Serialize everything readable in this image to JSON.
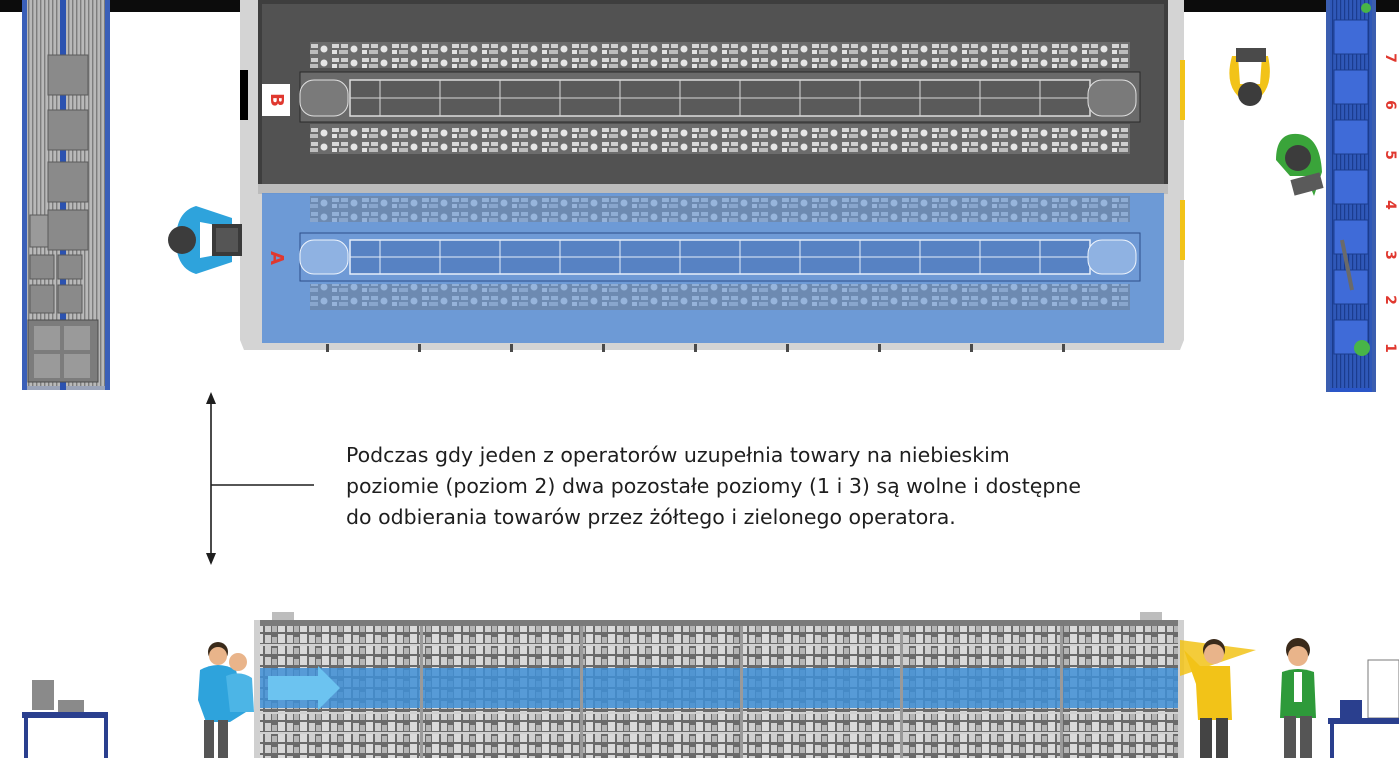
{
  "labels": {
    "module_b": "B",
    "module_a": "A",
    "conveyor_numbers": [
      "7",
      "6",
      "5",
      "4",
      "3",
      "2",
      "1"
    ]
  },
  "caption": {
    "line1": "Podczas gdy jeden z operatorów uzupełnia towary na niebieskim",
    "line2": "poziomie (poziom 2) dwa pozostałe poziomy (1 i 3) są wolne i dostępne",
    "line3": "do odbierania towarów przez żółtego i zielonego operatora."
  },
  "colors": {
    "highlight_blue": "#5b8fd6",
    "conveyor_blue": "#2a56c8",
    "operator_blue": "#2ea3dc",
    "operator_yellow": "#f2c318",
    "operator_green": "#3aa43a",
    "marker_red": "#e0382f"
  },
  "icons": [
    "operator-blue-icon",
    "operator-yellow-icon",
    "operator-green-icon",
    "arrow-up-icon",
    "arrow-down-icon",
    "flow-arrow-icon"
  ]
}
